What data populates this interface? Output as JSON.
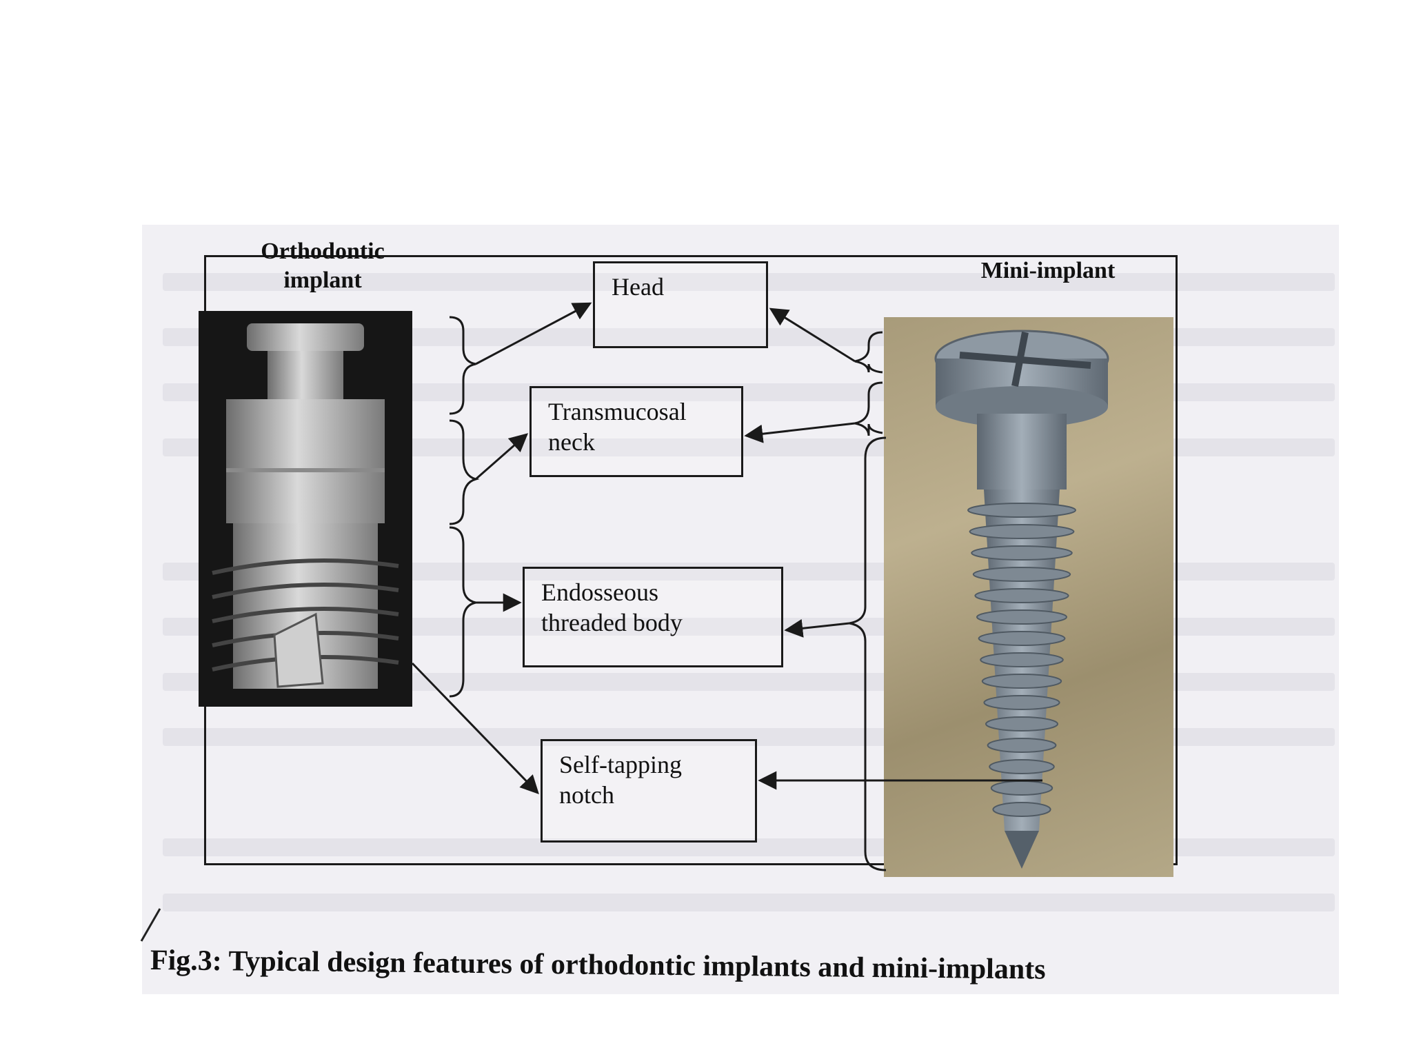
{
  "labels": {
    "orthodontic_implant": "Orthodontic\nimplant",
    "mini_implant": "Mini-implant"
  },
  "boxes": {
    "head": "Head",
    "transmucosal_neck": "Transmucosal\nneck",
    "endosseous_body": "Endosseous\nthreaded body",
    "self_tapping_notch": "Self-tapping\nnotch"
  },
  "caption": "Fig.3: Typical design features of orthodontic implants and mini-implants",
  "colors": {
    "line": "#1a1a1a",
    "scan_background": "#f1f0f4",
    "implant_metal": "#b7b7b7",
    "mini_implant_metal": "#7e8993"
  }
}
